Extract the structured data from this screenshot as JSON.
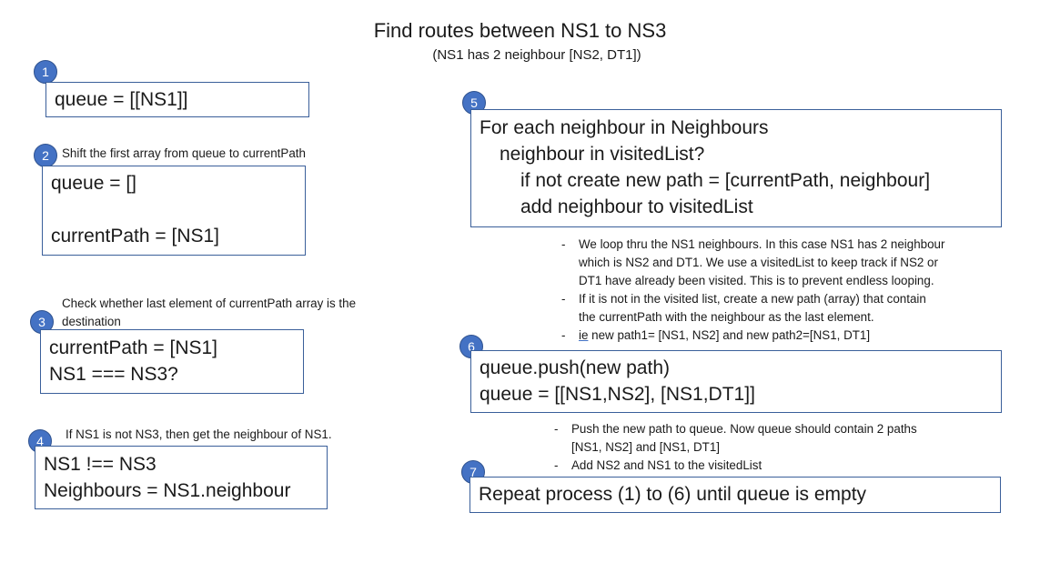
{
  "title": "Find routes between NS1 to NS3",
  "subtitle": "(NS1 has 2 neighbour [NS2, DT1])",
  "steps": {
    "s1": {
      "number": "1",
      "lines": [
        "queue = [[NS1]]"
      ]
    },
    "s2": {
      "number": "2",
      "note": "Shift the first array from queue to currentPath",
      "lines": [
        "queue = []",
        "",
        "currentPath = [NS1]"
      ]
    },
    "s3": {
      "number": "3",
      "note": [
        "Check whether last element of currentPath array is the",
        "destination"
      ],
      "lines": [
        "currentPath = [NS1]",
        "NS1 === NS3?"
      ]
    },
    "s4": {
      "number": "4",
      "note": "If NS1 is not NS3, then get the neighbour of NS1.",
      "lines": [
        "NS1 !== NS3",
        "Neighbours = NS1.neighbour"
      ]
    },
    "s5": {
      "number": "5",
      "lines": [
        "For each neighbour in Neighbours",
        "neighbour in visitedList?",
        "if not create new path = [currentPath, neighbour]",
        "add neighbour to visitedList"
      ],
      "bullets": [
        [
          "We loop thru the NS1 neighbours. In this case NS1 has 2 neighbour",
          "which is NS2 and DT1. We use a visitedList to keep track if NS2 or",
          "DT1 have already been visited. This is to prevent endless looping."
        ],
        [
          "If it is not in the visited list, create a new path (array) that contain",
          "the currentPath with the neighbour as the last element."
        ],
        {
          "ie": "ie",
          "rest": " new path1= [NS1, NS2] and new path2=[NS1, DT1]"
        }
      ]
    },
    "s6": {
      "number": "6",
      "lines": [
        "queue.push(new path)",
        "queue = [[NS1,NS2], [NS1,DT1]]"
      ],
      "bullets": [
        [
          "Push the new path to queue. Now queue should contain 2 paths",
          "[NS1, NS2] and [NS1, DT1]"
        ],
        [
          "Add NS2 and NS1 to the visitedList"
        ]
      ]
    },
    "s7": {
      "number": "7",
      "lines": [
        "Repeat process (1) to (6) until queue is empty"
      ]
    }
  }
}
